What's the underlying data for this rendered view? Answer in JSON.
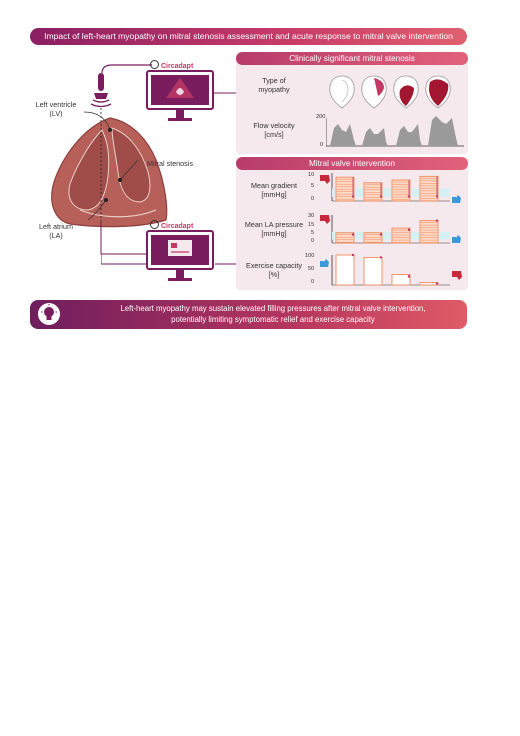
{
  "banner": {
    "title": "Impact of left-heart myopathy on mitral stenosis assessment and acute response to mitral valve intervention"
  },
  "anatomy": {
    "lv_label": "Left ventricle",
    "lv_abbr": "(LV)",
    "ms_label": "Mitral stenosis",
    "la_label": "Left atrium",
    "la_abbr": "(LA)"
  },
  "brand": {
    "name": "Circadapt"
  },
  "panel1": {
    "title": "Clinically significant mitral stenosis",
    "myopathy_label_1": "Type of",
    "myopathy_label_2": "myopathy",
    "flow_label_1": "Flow velocity",
    "flow_label_2": "[cm/s]",
    "flow_ymax": "200",
    "flow_ymin": "0"
  },
  "panel2": {
    "title": "Mitral valve intervention",
    "gradient": {
      "label_1": "Mean gradient",
      "label_2": "[mmHg]",
      "ytop": "10",
      "ymid": "5",
      "ybot": "0",
      "values": [
        8.5,
        6.5,
        7.5,
        8.8
      ],
      "after": [
        1.6,
        1.6,
        1.6,
        1.6
      ]
    },
    "la_pressure": {
      "label_1": "Mean LA pressure",
      "label_2": "[mmHg]",
      "ytop": "30",
      "ymid1": "15",
      "ymid2": "5",
      "ybot": "0",
      "values": [
        11,
        11,
        16,
        24
      ],
      "after": [
        9,
        9,
        14,
        24
      ]
    },
    "exercise": {
      "label_1": "Exercise capacity",
      "label_2": "[%]",
      "ytop": "100",
      "ymid": "50",
      "ybot": "0",
      "values": [
        100,
        92,
        35,
        8
      ],
      "after": [
        100,
        92,
        28,
        5
      ]
    }
  },
  "footer": {
    "line_1": "Left-heart myopathy may sustain elevated filling pressures after mitral valve intervention,",
    "line_2": "potentially limiting symptomatic relief and exercise capacity"
  },
  "colors": {
    "accent": "#c23a64",
    "dark": "#7a1d5e",
    "bar_orange": "#f08a5a",
    "band_blue": "#d6eef5",
    "thumb_up": "#3a9ad9",
    "thumb_down": "#c8283c"
  }
}
